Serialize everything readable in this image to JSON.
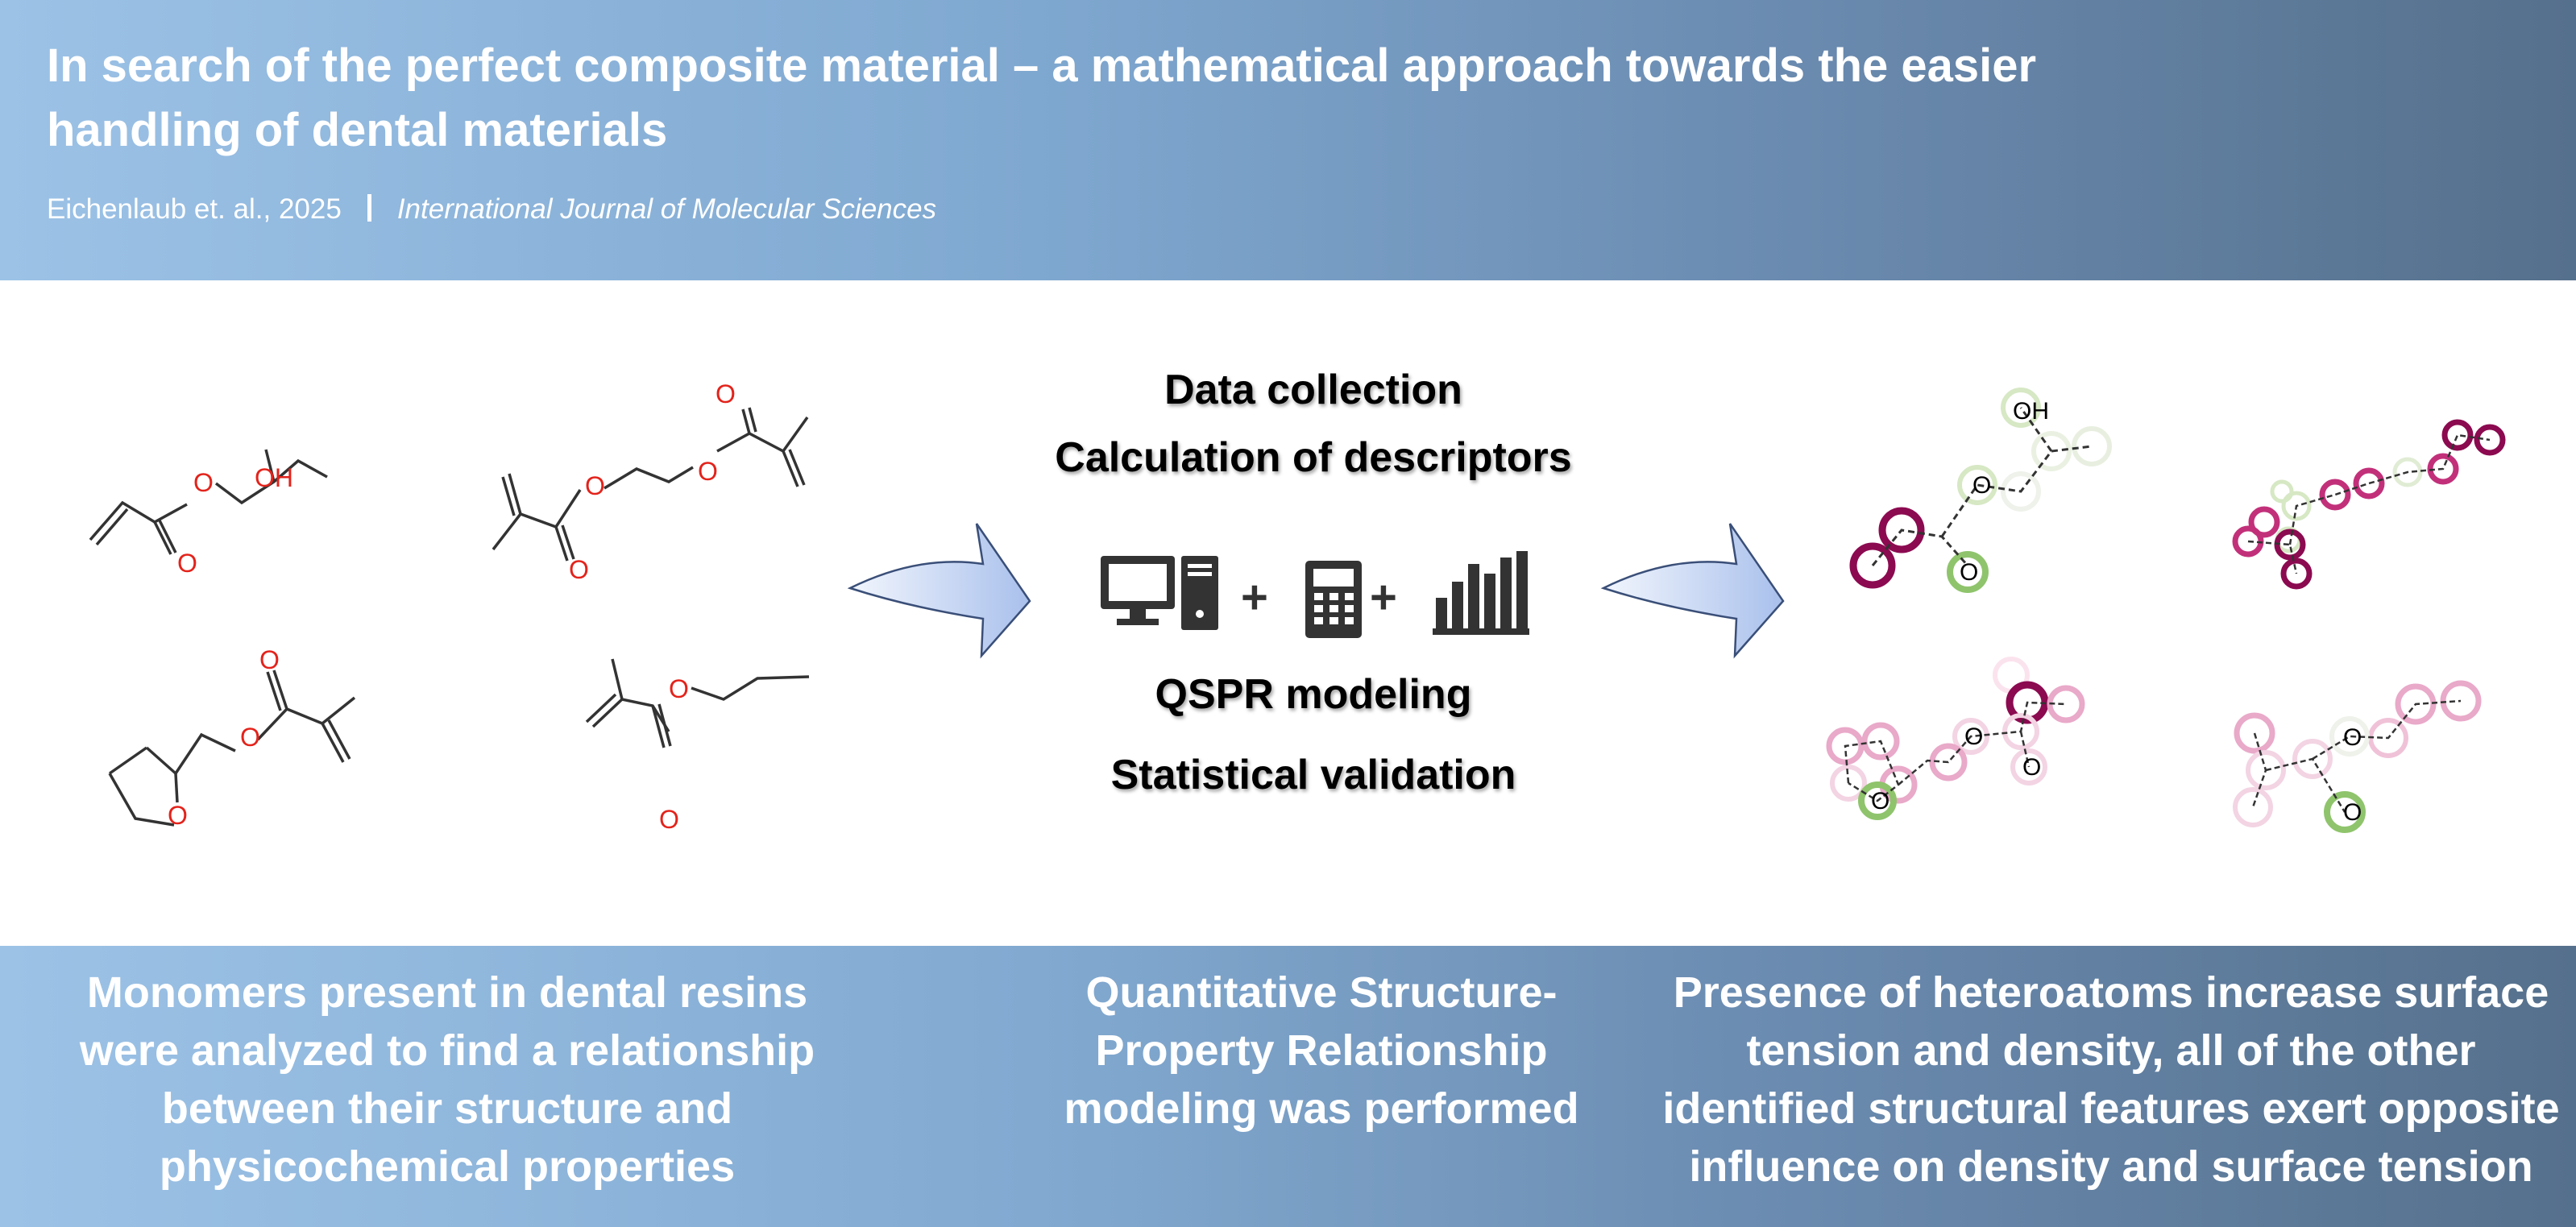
{
  "header": {
    "title": "In search of the perfect composite material – a mathematical approach towards the easier handling of dental materials",
    "authors": "Eichenlaub et. al., 2025",
    "journal": "International Journal of Molecular Sciences"
  },
  "workflow": {
    "steps": [
      "Data collection",
      "Calculation of descriptors",
      "QSPR modeling",
      "Statistical validation"
    ],
    "plus": "+",
    "icons": [
      "computer-icon",
      "calculator-icon",
      "bar-chart-icon"
    ]
  },
  "molecules": {
    "labels": {
      "hydroxyl": "OH",
      "oxygen": "O"
    }
  },
  "footer": {
    "left": "Monomers present in dental resins were analyzed to find a relationship between their structure and physicochemical properties",
    "center": "Quantitative Structure-Property Relationship modeling was performed",
    "right": "Presence of heteroatoms increase surface tension and density, all of the other identified structural features exert opposite influence on density and surface tension"
  },
  "colors": {
    "oxygen": "#e3231b",
    "highlight_dark": "#8b0a50",
    "highlight_mid": "#c2307a",
    "highlight_light": "#e9a9c9",
    "highlight_green": "#8fc46c",
    "highlight_green_light": "#d6e8c4",
    "arrow_fill_start": "#f2f6fd",
    "arrow_fill_end": "#a9c0ec"
  }
}
